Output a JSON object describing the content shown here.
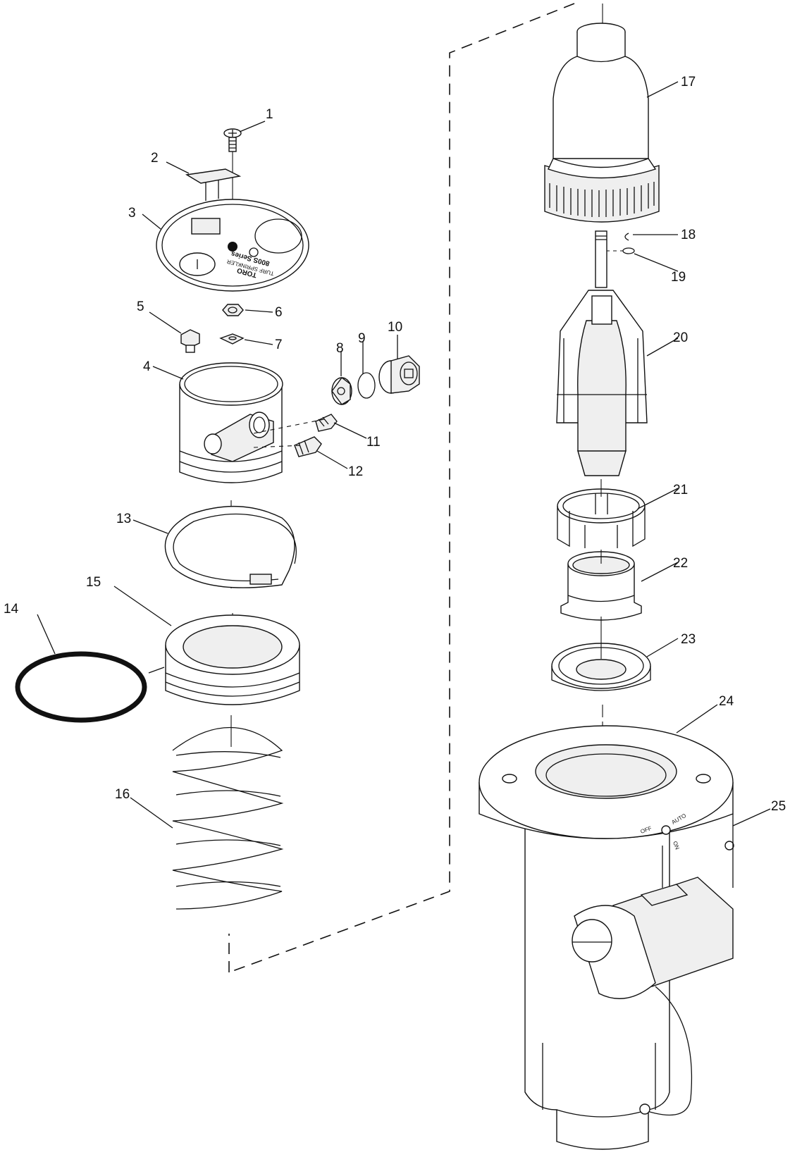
{
  "diagram": {
    "callouts": [
      "1",
      "2",
      "3",
      "4",
      "5",
      "6",
      "7",
      "8",
      "9",
      "10",
      "11",
      "12",
      "13",
      "14",
      "15",
      "16",
      "17",
      "18",
      "19",
      "20",
      "21",
      "22",
      "23",
      "24",
      "25"
    ],
    "nozzle_cap_text": [
      "TORO",
      "800S Series",
      "TURF SPRINKLER"
    ],
    "flange_text": {
      "off": "OFF",
      "auto": "AUTO",
      "on": "ON"
    }
  }
}
